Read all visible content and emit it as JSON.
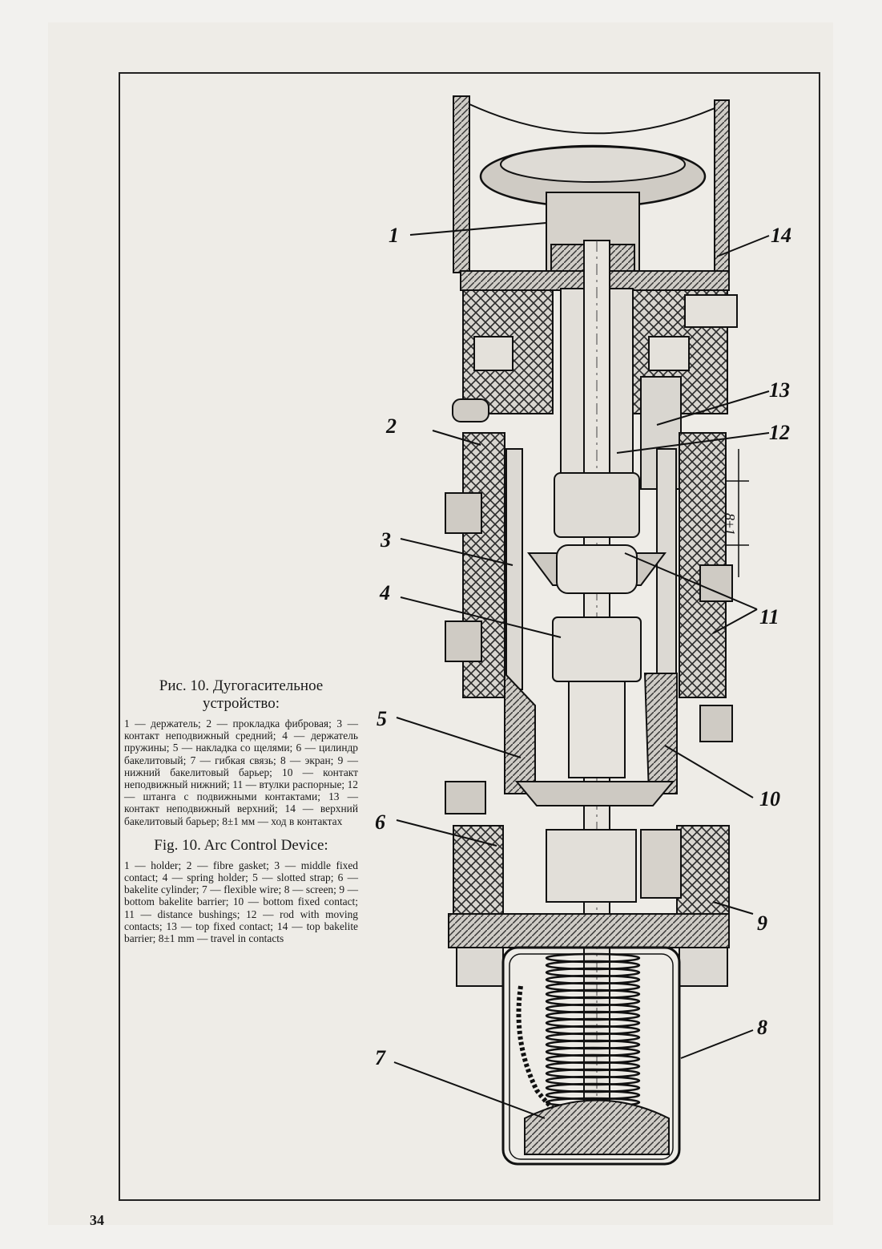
{
  "figure": {
    "caption_ru_title": "Рис. 10. Дугогасительное устройство:",
    "caption_ru_body": "1 — держатель; 2 — прокладка фибровая; 3 — контакт неподвижный средний; 4 — держатель пружины; 5 — накладка со щелями; 6 — цилиндр бакелитовый; 7 — гибкая связь; 8 — экран; 9 — нижний бакелитовый барьер; 10 — контакт неподвижный нижний; 11 — втулки распорные; 12 — штанга с подвижными контактами; 13 — контакт неподвижный верхний; 14 — верхний бакелитовый барьер; 8±1 мм — ход в контактах",
    "caption_en_title": "Fig. 10. Arc Control Device:",
    "caption_en_body": "1 — holder; 2 — fibre gasket; 3 — middle fixed contact; 4 — spring holder; 5 — slotted strap; 6 — bakelite cylinder; 7 — flexible wire; 8 — screen; 9 — bottom bakelite barrier; 10 — bottom fixed contact; 11 — distance bushings; 12 — rod with moving contacts; 13 — top fixed contact; 14 — top bakelite barrier; 8±1 mm — travel in contacts",
    "callouts": [
      "1",
      "2",
      "3",
      "4",
      "5",
      "6",
      "7",
      "8",
      "9",
      "10",
      "11",
      "12",
      "13",
      "14"
    ],
    "dimension_label": "8±1",
    "page_number": "34"
  }
}
